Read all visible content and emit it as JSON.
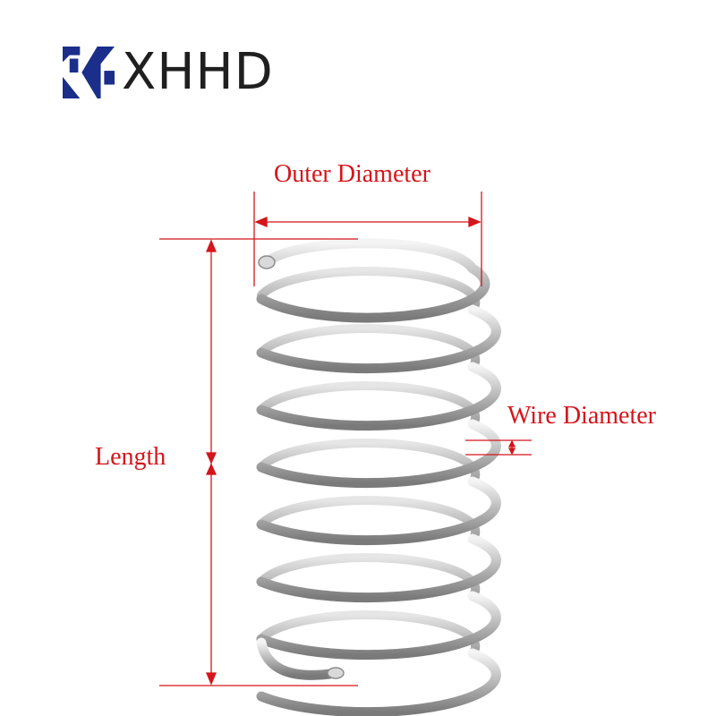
{
  "brand": {
    "name": "XHHD",
    "logo_icon": "xhhd-logo-mark",
    "logo_color": "#1a2e8a"
  },
  "labels": {
    "outer_diameter": "Outer Diameter",
    "wire_diameter": "Wire Diameter",
    "length": "Length"
  },
  "colors": {
    "dimension": "#d4151b",
    "spring_metal": "#a9a9a9"
  },
  "subject": "compression-spring"
}
